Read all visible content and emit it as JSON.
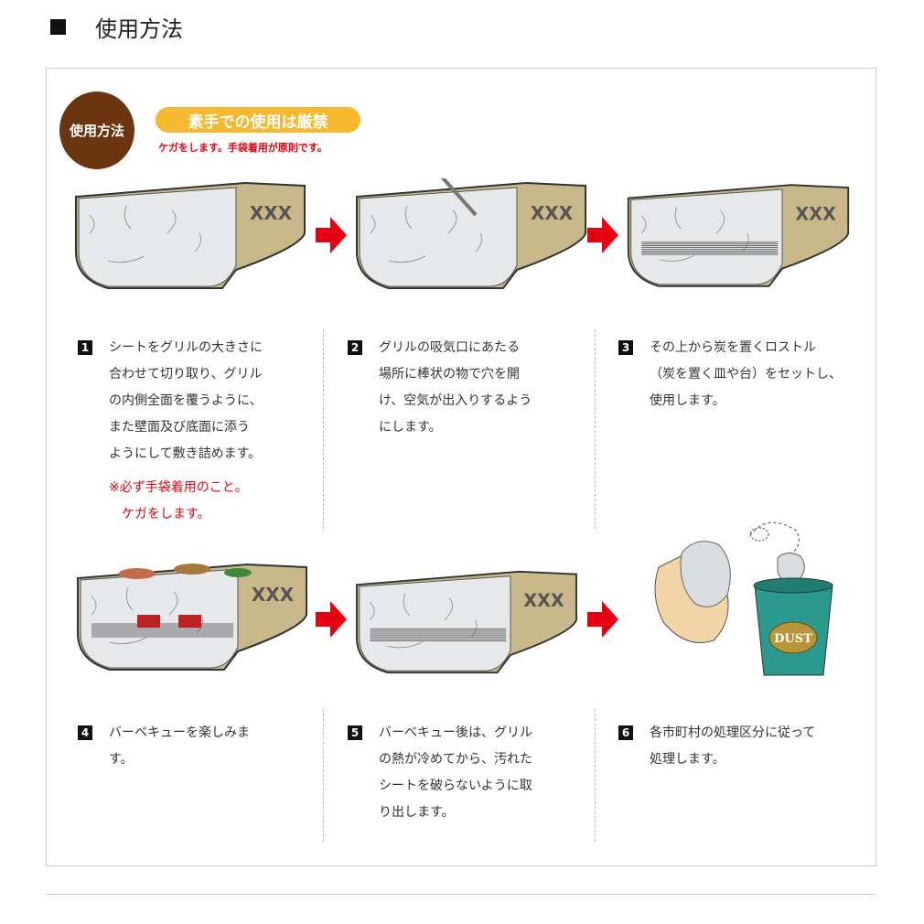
{
  "header": {
    "title": "使用方法"
  },
  "badge": {
    "label": "使用方法"
  },
  "warning": {
    "pill": "素手での使用は厳禁",
    "sub": "ケガをします。手袋着用が原則です。"
  },
  "grill_mark": "XXX",
  "dust_label": "DUST",
  "colors": {
    "badge": "#6b3510",
    "pill": "#f5b82e",
    "red": "#e60012"
  },
  "steps": [
    {
      "num": "1",
      "text": "シートをグリルの大きさに\n合わせて切り取り、グリル\nの内側全面を覆うように、\nまた壁面及び底面に添う\nようにして敷き詰めます。",
      "note": "※必ず手袋着用のこと。\n　ケガをします。"
    },
    {
      "num": "2",
      "text": "グリルの吸気口にあたる\n場所に棒状の物で穴を開\nけ、空気が出入りするよう\nにします。"
    },
    {
      "num": "3",
      "text": " その上から炭を置くロストル\n（炭を置く皿や台）をセットし、\n使用します。"
    },
    {
      "num": "4",
      "text": "バーベキューを楽しみま\nす。"
    },
    {
      "num": "5",
      "text": "バーベキュー後は、グリル\nの熱が冷めてから、汚れた\nシートを破らないように取\nり出します。"
    },
    {
      "num": "6",
      "text": "各市町村の処理区分に従って\n処理します。"
    }
  ]
}
